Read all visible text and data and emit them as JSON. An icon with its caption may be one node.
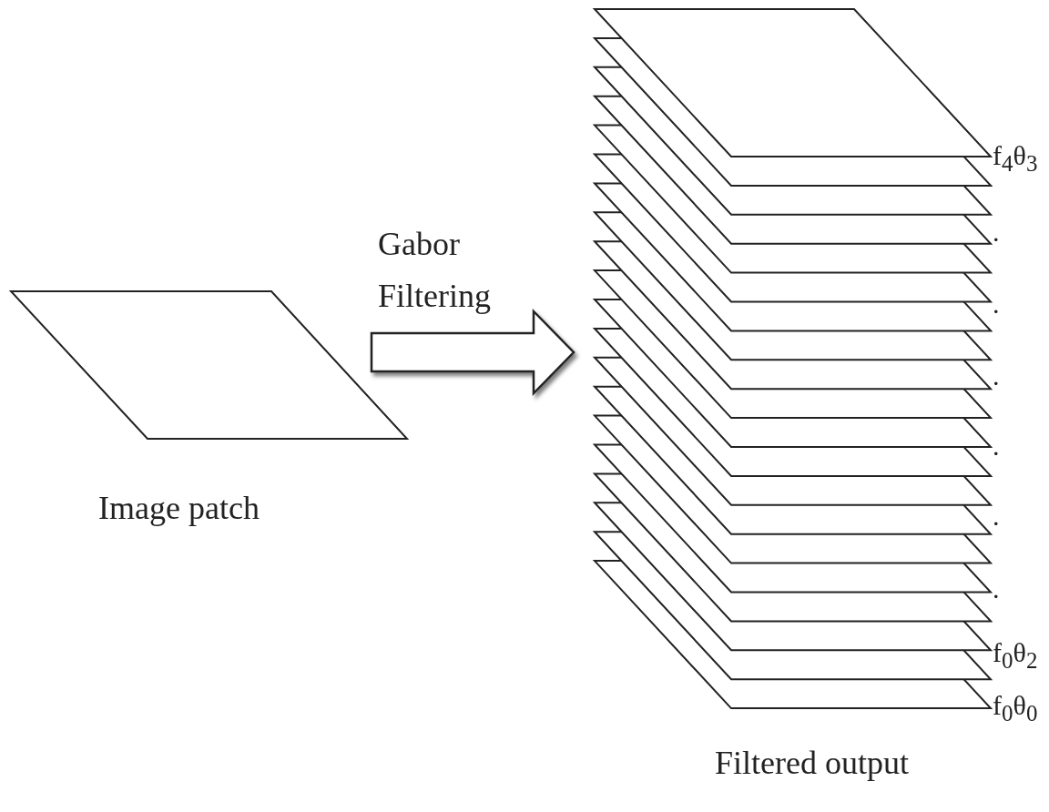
{
  "diagram": {
    "nodes": [
      {
        "text": [
          "Image patch"
        ]
      },
      {
        "text": [
          "Filtered output"
        ],
        "beside": [
          "f$_{4}$θ$_{3}$",
          ".",
          ".",
          ".",
          ".",
          ".",
          ".",
          "f$_{0}$θ$_{2}$",
          "f$_{0}$θ$_{0}$"
        ]
      }
    ],
    "edges": [
      {
        "from": 0,
        "to": 1,
        "arrow": "to",
        "label": "Gabor Filtering",
        "style": "thick"
      }
    ]
  }
}
